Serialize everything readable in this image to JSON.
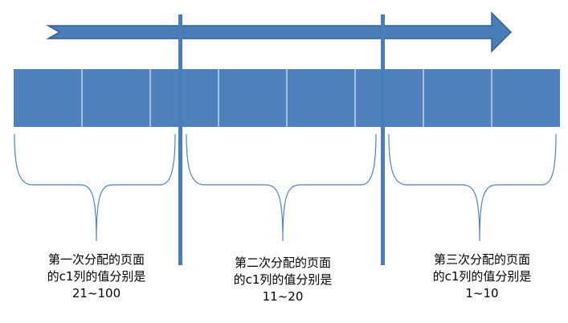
{
  "arrow": {
    "direction": "right",
    "color": "#4a7ebb"
  },
  "page_strip": {
    "segments": 8,
    "fill": "#4f81bd",
    "divider": "#ffffff"
  },
  "divider_lines": {
    "count": 2,
    "color": "#4a7ebb"
  },
  "allocations": [
    {
      "line1": "第一次分配的页面",
      "line2": "的c1列的值分别是",
      "range": "21~100"
    },
    {
      "line1": "第二次分配的页面",
      "line2": "的c1列的值分别是",
      "range": "11~20"
    },
    {
      "line1": "第三次分配的页面",
      "line2": "的c1列的值分别是",
      "range": "1~10"
    }
  ]
}
